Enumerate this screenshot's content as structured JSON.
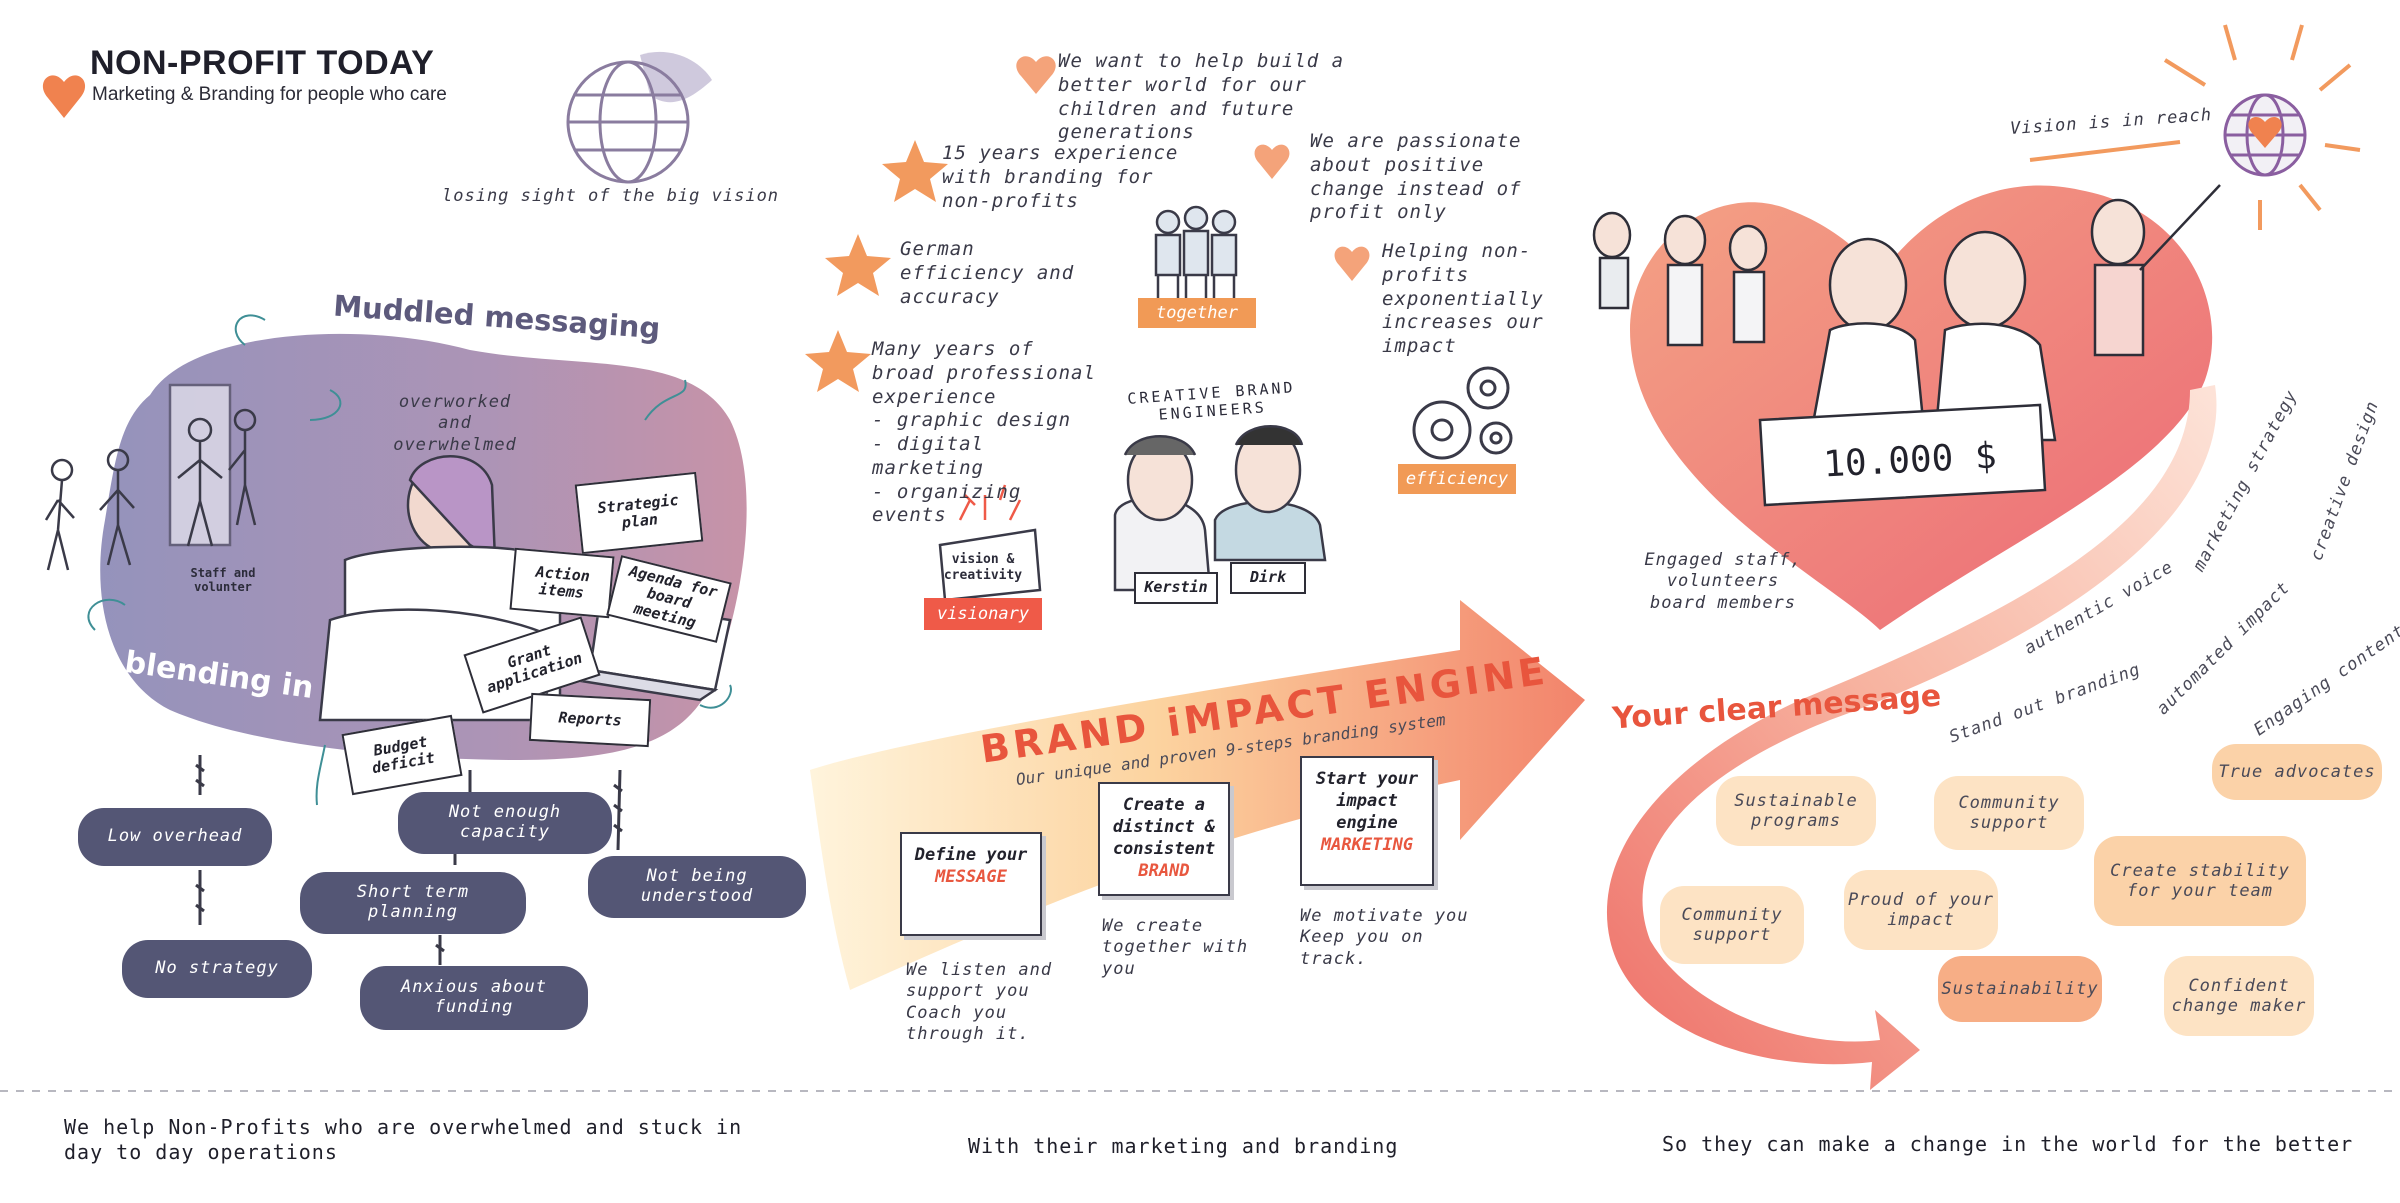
{
  "header": {
    "title": "NON-PROFIT TODAY",
    "subtitle": "Marketing & Branding for people who care"
  },
  "left": {
    "big_vision_caption": "losing sight of the big vision",
    "heading_muddled": "Muddled messaging",
    "heading_blending": "blending in",
    "overworked": "overworked and overwhelmed",
    "staff_label": "Staff and volunter",
    "papers": [
      "Strategic plan",
      "Action items",
      "Agenda for board meeting",
      "Grant application",
      "Reports",
      "Budget deficit"
    ],
    "problems": [
      "Low overhead",
      "Not enough capacity",
      "Not being understood",
      "Short term planning",
      "No strategy",
      "Anxious about funding"
    ]
  },
  "middle": {
    "points": [
      "We want to help build a better world for our children and future generations",
      "15 years experience with branding for non-profits",
      "We are passionate about positive change instead of profit only",
      "German efficiency and accuracy",
      "Helping non-profits exponentially increases our impact"
    ],
    "experience_intro": "Many years of broad professional experience",
    "experience_items": [
      "- graphic design",
      "- digital marketing",
      "- organizing events"
    ],
    "tags": {
      "together": "together",
      "efficiency": "efficiency",
      "visionary": "visionary"
    },
    "vision_box": "vision & creativity",
    "engineers_arc": "CREATIVE BRAND ENGINEERS",
    "names": [
      "Kerstin",
      "Dirk"
    ],
    "engine_title": "BRAND iMPACT ENGINE",
    "engine_subtitle": "Our unique and proven 9-steps branding system",
    "steps": [
      {
        "line": "Define your",
        "accent": "MESSAGE",
        "caption": "We listen and support you Coach you through it."
      },
      {
        "line": "Create a distinct & consistent",
        "accent": "BRAND",
        "caption": "We create together with you"
      },
      {
        "line": "Start your impact engine",
        "accent": "MARKETING",
        "caption": "We motivate you Keep you on track."
      }
    ]
  },
  "right": {
    "vision_reach": "Vision is in reach",
    "money": "10.000 $",
    "engaged": "Engaged staff, volunteers board members",
    "clear_message": "Your clear message",
    "arrow_labels": [
      "Stand out branding",
      "authentic voice",
      "marketing strategy",
      "creative design",
      "automated impact",
      "Engaging content"
    ],
    "outcomes": [
      "Sustainable programs",
      "Community support",
      "True advocates",
      "Community support",
      "Proud of your impact",
      "Create stability for your team",
      "Sustainability",
      "Confident change maker"
    ]
  },
  "footer": {
    "left": "We help Non-Profits who are overwhelmed and stuck in day to day operations",
    "middle": "With their marketing and branding",
    "right": "So they can make a change in the world for the better"
  },
  "colors": {
    "purple": "#545675",
    "orange": "#f19a56",
    "red_orange": "#ef5a48",
    "heart": "#f07f74"
  },
  "icons": [
    "heart-icon",
    "globe-icon",
    "star-icon",
    "gears-icon",
    "sun-globe-icon"
  ]
}
